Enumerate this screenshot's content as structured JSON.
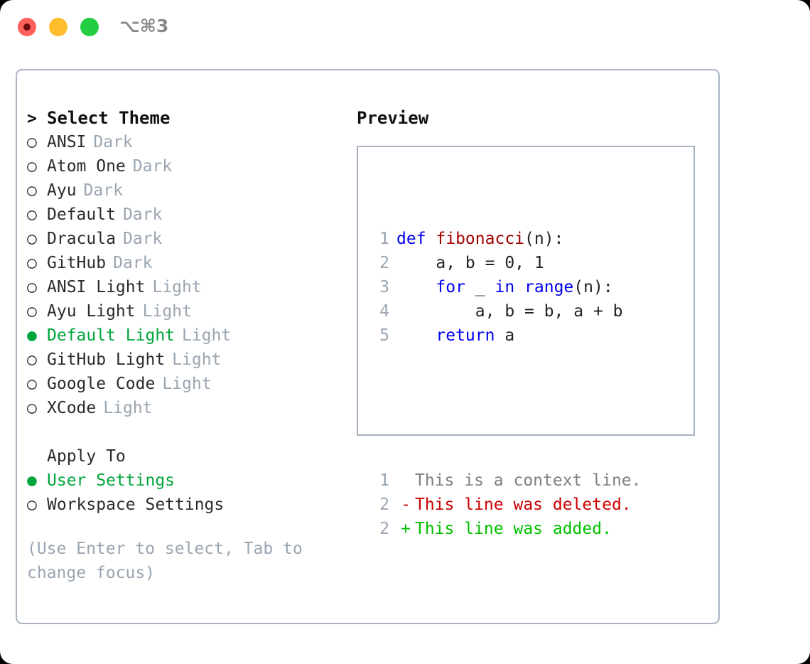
{
  "titlebar": {
    "shortcut": "⌥⌘3",
    "buttons": [
      {
        "name": "close",
        "color": "#ff6159"
      },
      {
        "name": "minimize",
        "color": "#ffbd2e"
      },
      {
        "name": "maximize",
        "color": "#23cd42"
      }
    ]
  },
  "theme_list": {
    "header": {
      "marker": ">",
      "label": "Select Theme"
    },
    "bullet_empty": "○",
    "bullet_filled": "●",
    "accent_color": "#00a63c",
    "muted_color": "#9aa5b1",
    "items": [
      {
        "name": "ANSI",
        "tag": "Dark",
        "selected": false
      },
      {
        "name": "Atom One",
        "tag": "Dark",
        "selected": false
      },
      {
        "name": "Ayu",
        "tag": "Dark",
        "selected": false
      },
      {
        "name": "Default",
        "tag": "Dark",
        "selected": false
      },
      {
        "name": "Dracula",
        "tag": "Dark",
        "selected": false
      },
      {
        "name": "GitHub",
        "tag": "Dark",
        "selected": false
      },
      {
        "name": "ANSI Light",
        "tag": "Light",
        "selected": false
      },
      {
        "name": "Ayu Light",
        "tag": "Light",
        "selected": false
      },
      {
        "name": "Default Light",
        "tag": "Light",
        "selected": true
      },
      {
        "name": "GitHub Light",
        "tag": "Light",
        "selected": false
      },
      {
        "name": "Google Code",
        "tag": "Light",
        "selected": false
      },
      {
        "name": "XCode",
        "tag": "Light",
        "selected": false
      }
    ]
  },
  "apply_to": {
    "label": "Apply To",
    "options": [
      {
        "name": "User Settings",
        "selected": true
      },
      {
        "name": "Workspace Settings",
        "selected": false
      }
    ]
  },
  "hint": "(Use Enter to select, Tab to change focus)",
  "preview": {
    "title": "Preview",
    "code_lines": [
      {
        "lineno": "1",
        "tokens": [
          {
            "text": "def ",
            "style": "kw"
          },
          {
            "text": "fibonacci",
            "style": "fn"
          },
          {
            "text": "(n):",
            "style": "plain"
          }
        ]
      },
      {
        "lineno": "2",
        "tokens": [
          {
            "text": "    a, b = 0, 1",
            "style": "plain"
          }
        ]
      },
      {
        "lineno": "3",
        "tokens": [
          {
            "text": "    ",
            "style": "plain"
          },
          {
            "text": "for",
            "style": "kw"
          },
          {
            "text": " _ ",
            "style": "plain"
          },
          {
            "text": "in",
            "style": "kw"
          },
          {
            "text": " ",
            "style": "plain"
          },
          {
            "text": "range",
            "style": "kw"
          },
          {
            "text": "(n):",
            "style": "plain"
          }
        ]
      },
      {
        "lineno": "4",
        "tokens": [
          {
            "text": "        a, b = b, a + b",
            "style": "plain"
          }
        ]
      },
      {
        "lineno": "5",
        "tokens": [
          {
            "text": "    ",
            "style": "plain"
          },
          {
            "text": "return",
            "style": "kw"
          },
          {
            "text": " a",
            "style": "plain"
          }
        ]
      }
    ],
    "diff_lines": [
      {
        "lineno": "1",
        "mark": " ",
        "text": "This is a context line.",
        "style": "ctx"
      },
      {
        "lineno": "2",
        "mark": "-",
        "text": "This line was deleted.",
        "style": "del"
      },
      {
        "lineno": "2",
        "mark": "+",
        "text": "This line was added.",
        "style": "add"
      }
    ]
  }
}
